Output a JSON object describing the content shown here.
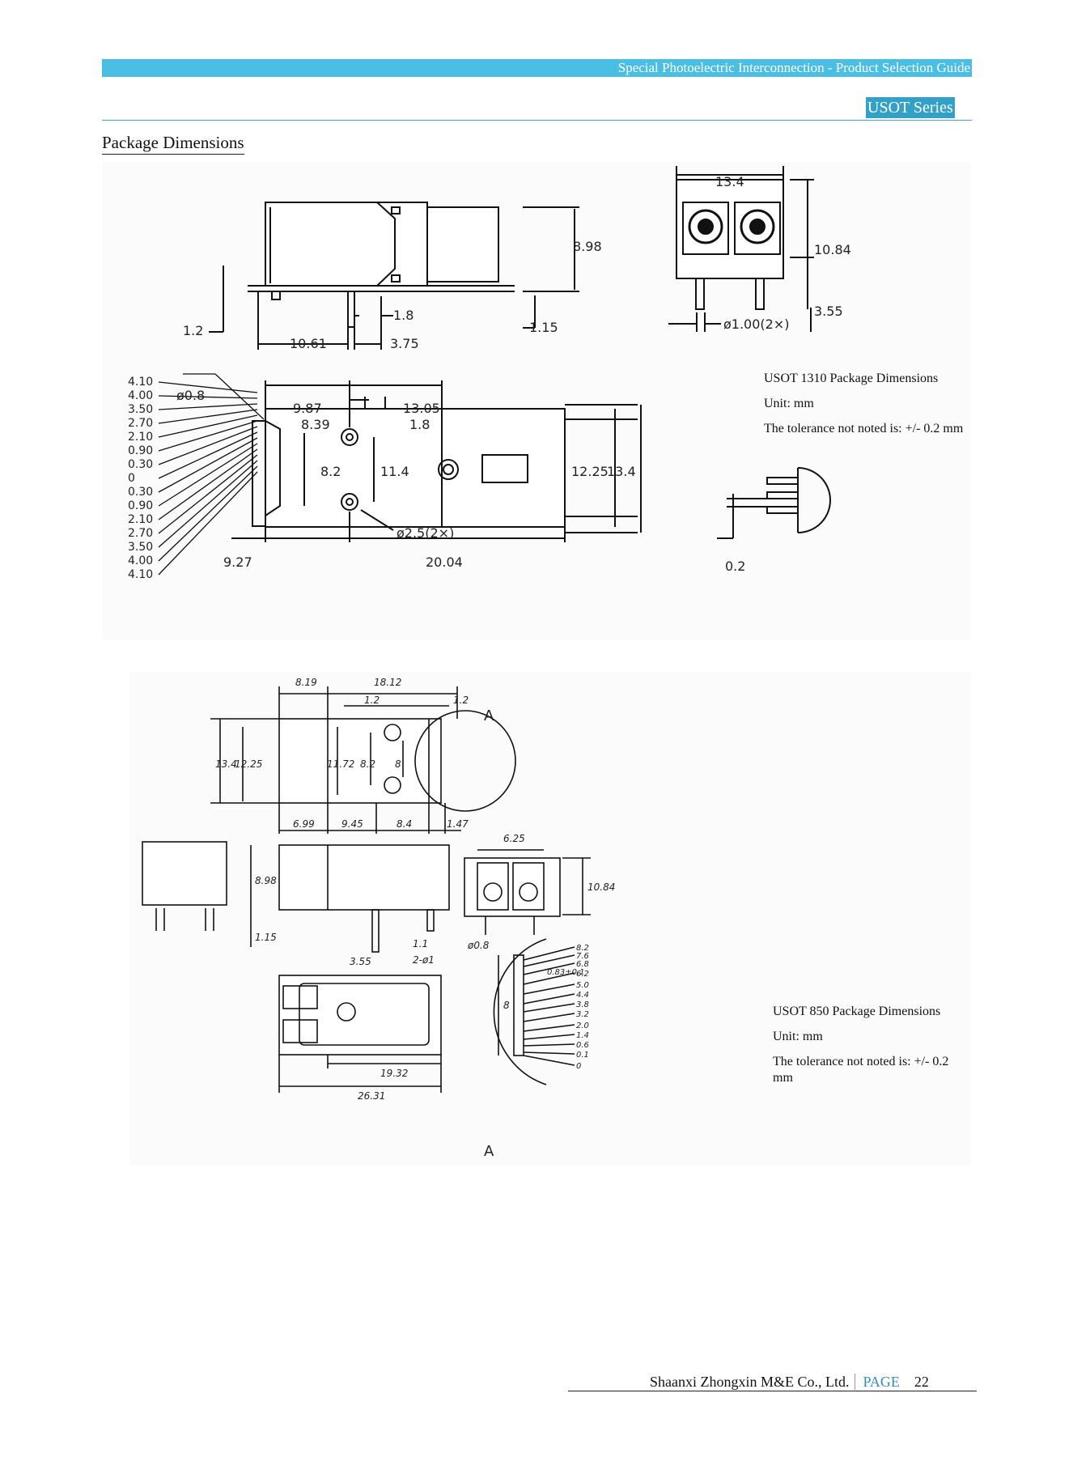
{
  "header": {
    "guide_title": "Special Photoelectric Interconnection - Product Selection Guide",
    "series": "USOT Series"
  },
  "section_title": "Package Dimensions",
  "usot1310": {
    "caption_title": "USOT 1310  Package Dimensions",
    "unit": "Unit: mm",
    "tolerance": "The tolerance not noted is:  +/- 0.2 mm",
    "side_view": {
      "d_898": "8.98",
      "d_12": "1.2",
      "d_18": "1.8",
      "d_115": "1.15",
      "d_1061": "10.61",
      "d_375": "3.75"
    },
    "front_view": {
      "d_134": "13.4",
      "d_1084": "10.84",
      "d_355": "3.55",
      "d_pin": "ø1.00(2×)"
    },
    "top_view": {
      "d_pin": "ø0.8",
      "d_987": "9.87",
      "d_1305": "13.05",
      "d_839": "8.39",
      "d_18": "1.8",
      "d_82": "8.2",
      "d_114": "11.4",
      "d_1225": "12.25",
      "d_134": "13.4",
      "d_hole": "ø2.5(2×)",
      "d_927": "9.27",
      "d_2004": "20.04",
      "pin_offsets": [
        "4.10",
        "4.00",
        "3.50",
        "2.70",
        "2.10",
        "0.90",
        "0.30",
        "0",
        "0.30",
        "0.90",
        "2.10",
        "2.70",
        "3.50",
        "4.00",
        "4.10"
      ]
    },
    "pin_detail": {
      "d_02": "0.2"
    }
  },
  "usot850": {
    "caption_title": "USOT 850  Package Dimensions",
    "unit": "Unit: mm",
    "tolerance": "The tolerance not noted is:  +/- 0.2 mm",
    "top": {
      "d_819": "8.19",
      "d_1812": "18.12",
      "d_12a": "1.2",
      "d_12b": "1.2",
      "label_a": "A",
      "d_134": "13.4",
      "d_1225": "12.25",
      "d_1172": "11.72",
      "d_82": "8.2",
      "d_8": "8",
      "d_699": "6.99",
      "d_945": "9.45",
      "d_84": "8.4",
      "d_147": "1.47"
    },
    "side": {
      "d_898": "8.98",
      "d_115": "1.15",
      "d_355": "3.55",
      "d_11": "1.1",
      "d_08": "ø0.8",
      "d_pins": "2-ø1",
      "d_625": "6.25",
      "d_1084": "10.84"
    },
    "bottom": {
      "d_1932": "19.32",
      "d_2631": "26.31",
      "label_a": "A",
      "d_8": "8",
      "d_083": "0.83±0.1",
      "pin_offsets": [
        "8.2",
        "7.6",
        "6.8",
        "6.2",
        "5.0",
        "4.4",
        "3.8",
        "3.2",
        "2.0",
        "1.4",
        "0.6",
        "0.1",
        "0"
      ]
    }
  },
  "footer": {
    "company": "Shaanxi Zhongxin M&E Co., Ltd.",
    "page_label": "PAGE",
    "page_number": "22"
  }
}
